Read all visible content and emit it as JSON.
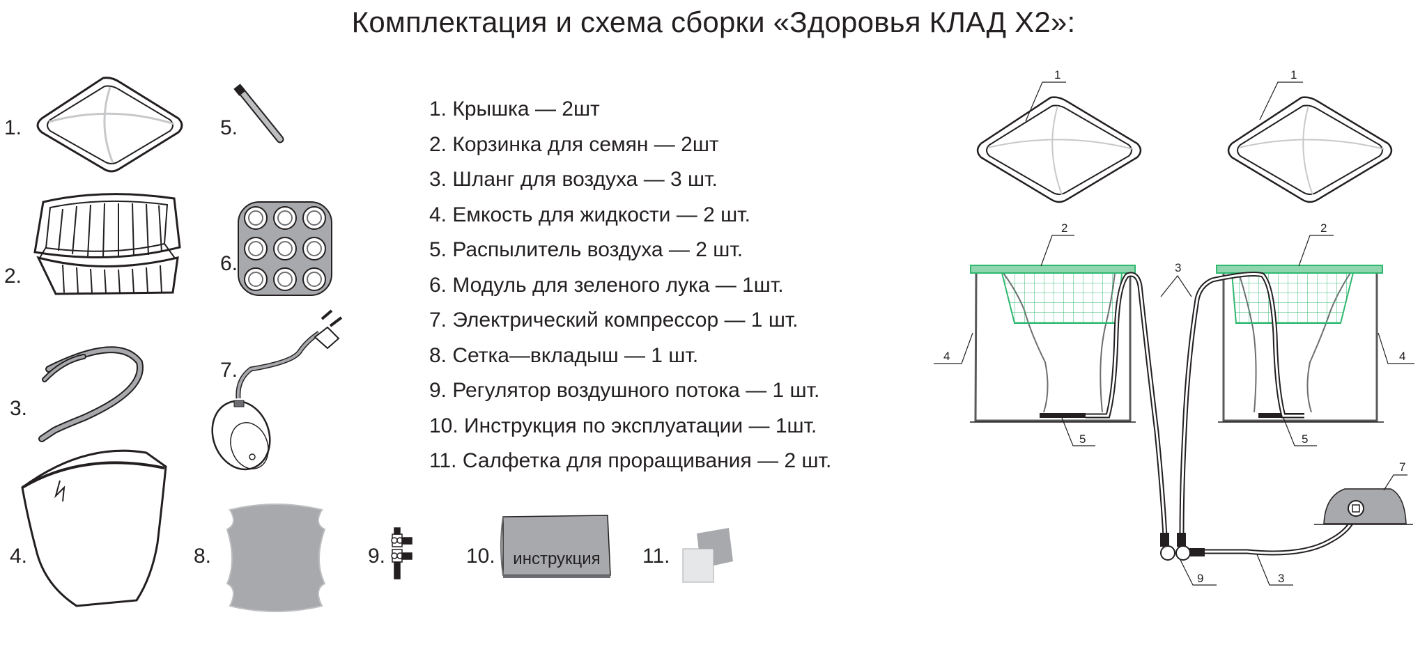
{
  "title": "Комплектация и схема сборки «Здоровья КЛАД Х2»:",
  "item_numbers": [
    "1.",
    "2.",
    "3.",
    "4.",
    "5.",
    "6.",
    "7.",
    "8.",
    "9.",
    "10.",
    "11."
  ],
  "manual_label": "инструкция",
  "parts_list": [
    "1. Крышка — 2шт",
    "2. Корзинка для семян — 2шт",
    "3. Шланг для воздуха  — 3 шт.",
    "4. Емкость для жидкости — 2 шт.",
    "5. Распылитель воздуха — 2 шт.",
    "6. Модуль для зеленого лука — 1шт.",
    "7. Электрический компрессор — 1 шт.",
    "8. Сетка—вкладыш — 1 шт.",
    "9. Регулятор воздушного потока  — 1 шт.",
    "10. Инструкция по эксплуатации — 1шт.",
    "11. Салфетка для проращивания — 2 шт."
  ],
  "assembly_callouts": {
    "lid_left": "1",
    "lid_right": "1",
    "basket_left": "2",
    "basket_right": "2",
    "hose": "3",
    "hose_bottom": "3",
    "tank_left": "4",
    "tank_right": "4",
    "diffuser_left": "5",
    "diffuser_right": "5",
    "compressor": "7",
    "regulator": "9"
  },
  "colors": {
    "text": "#231f20",
    "basket_green": "#2fb870",
    "basket_fill": "#8fd6ae",
    "grey_fill": "#a7a9ac",
    "outline": "#58595b"
  }
}
